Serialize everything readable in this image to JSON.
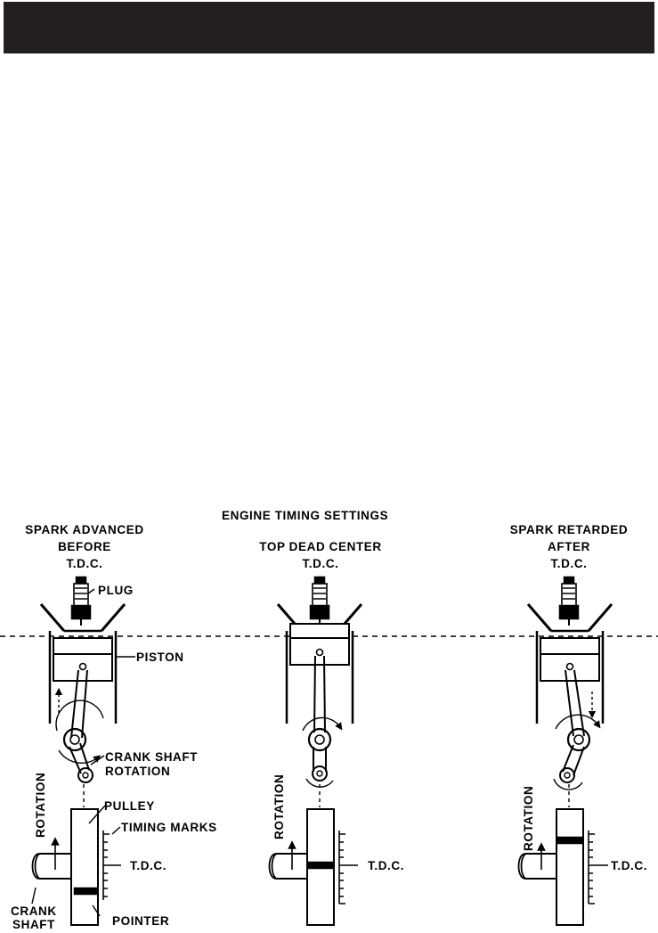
{
  "header": {
    "color": "#231f20"
  },
  "diagram": {
    "title": "ENGINE TIMING SETTINGS",
    "panels": [
      {
        "heading": [
          "SPARK ADVANCED",
          "BEFORE",
          "T.D.C."
        ],
        "rotation_label": "ROTATION",
        "mark_label": "T.D.C."
      },
      {
        "heading": [
          "TOP DEAD CENTER",
          "T.D.C."
        ],
        "rotation_label": "ROTATION",
        "mark_label": "T.D.C."
      },
      {
        "heading": [
          "SPARK RETARDED",
          "AFTER",
          "T.D.C."
        ],
        "rotation_label": "ROTATION",
        "mark_label": "T.D.C."
      }
    ],
    "callouts": {
      "plug": "PLUG",
      "piston": "PISTON",
      "crank_shaft_rotation": [
        "CRANK SHAFT",
        "ROTATION"
      ],
      "pulley": "PULLEY",
      "timing_marks": "TIMING MARKS",
      "crank_shaft": [
        "CRANK",
        "SHAFT"
      ],
      "pointer": "POINTER"
    }
  }
}
